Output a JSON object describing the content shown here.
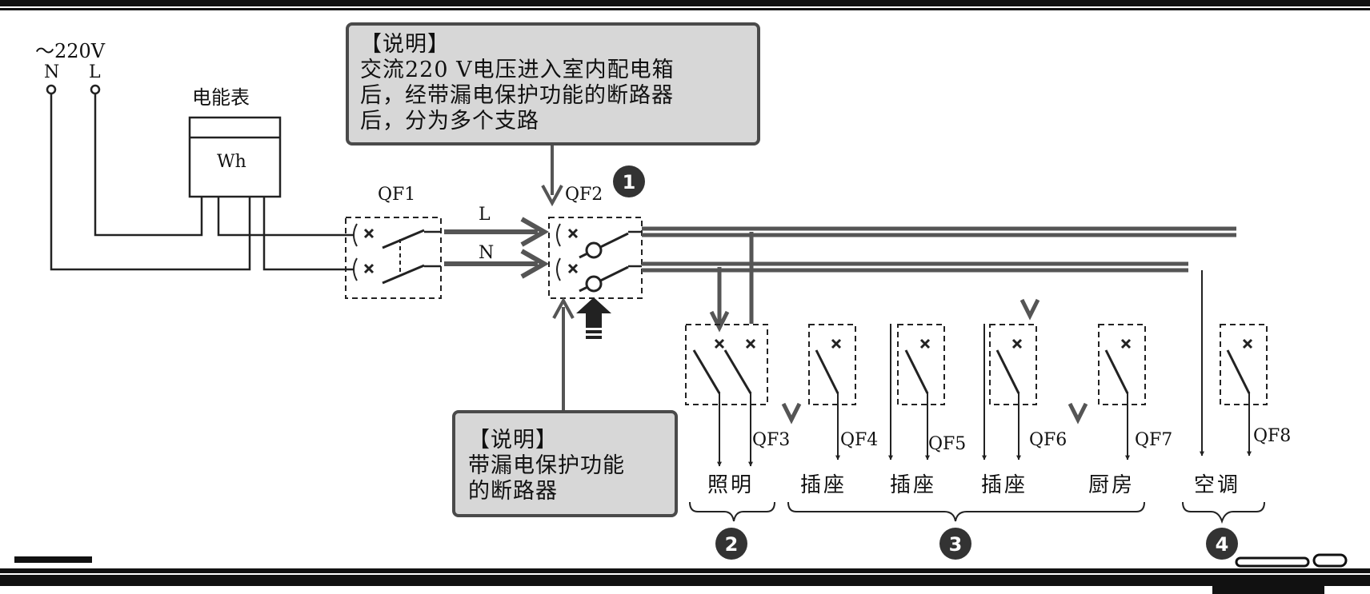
{
  "supply": {
    "voltage": "～220V",
    "n": "N",
    "l": "L"
  },
  "meter": {
    "title": "电能表",
    "unit": "Wh"
  },
  "breakers": {
    "qf1": "QF1",
    "qf2": "QF2",
    "qf3": "QF3",
    "qf4": "QF4",
    "qf5": "QF5",
    "qf6": "QF6",
    "qf7": "QF7",
    "qf8": "QF8"
  },
  "wires": {
    "l": "L",
    "n": "N"
  },
  "note_top": {
    "heading": "【说明】",
    "line1": "交流220 V电压进入室内配电箱",
    "line2": "后，经带漏电保护功能的断路器",
    "line3": "后，分为多个支路"
  },
  "note_bottom": {
    "heading": "【说明】",
    "line1": "带漏电保护功能",
    "line2": "的断路器"
  },
  "circuits": {
    "lighting": "照明",
    "socket1": "插座",
    "socket2": "插座",
    "socket3": "插座",
    "kitchen": "厨房",
    "ac": "空调"
  },
  "badges": {
    "b1": "1",
    "b2": "2",
    "b3": "3",
    "b4": "4"
  },
  "colors": {
    "line": "#222222",
    "thick": "#555555",
    "note_bg": "#d7d7d7",
    "badge": "#333333"
  }
}
